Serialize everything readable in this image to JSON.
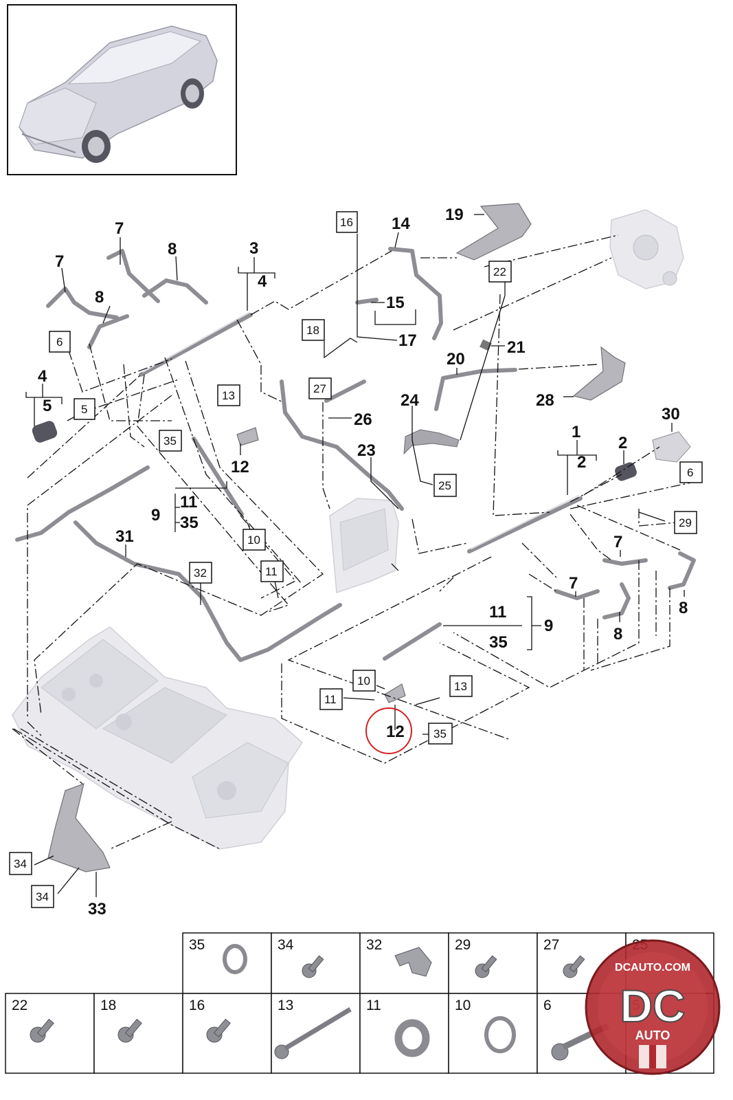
{
  "callouts": {
    "c1": "1",
    "c2a": "2",
    "c2b": "2",
    "c3": "3",
    "c4a": "4",
    "c4b": "4",
    "c5": "5",
    "c7a": "7",
    "c7b": "7",
    "c7c": "7",
    "c7d": "7",
    "c8a": "8",
    "c8b": "8",
    "c8c": "8",
    "c8d": "8",
    "c9a": "9",
    "c9b": "9",
    "c11a": "11",
    "c11b": "11",
    "c35a": "35",
    "c35b": "35",
    "c12a": "12",
    "c12b": "12",
    "c14": "14",
    "c15": "15",
    "c17": "17",
    "c19": "19",
    "c20": "20",
    "c21": "21",
    "c23": "23",
    "c24": "24",
    "c26": "26",
    "c28": "28",
    "c30": "30",
    "c31": "31",
    "c33": "33"
  },
  "boxes": {
    "b16": "16",
    "b22": "22",
    "b18": "18",
    "b6a": "6",
    "b6b": "6",
    "b5": "5",
    "b13a": "13",
    "b13b": "13",
    "b27": "27",
    "b35a": "35",
    "b35b": "35",
    "b25": "25",
    "b29": "29",
    "b10a": "10",
    "b10b": "10",
    "b11a": "11",
    "b11b": "11",
    "b32": "32",
    "b34a": "34",
    "b34b": "34"
  },
  "table": {
    "row1": [
      "35",
      "34",
      "32",
      "29",
      "27",
      "25"
    ],
    "row2": [
      "22",
      "18",
      "16",
      "13",
      "11",
      "10",
      "6",
      "5"
    ]
  },
  "watermark": {
    "site": "DCAUTO.COM",
    "mark": "DC",
    "sub": "AUTO",
    "color": "#b0282d"
  },
  "colors": {
    "highlight": "#d42020"
  }
}
